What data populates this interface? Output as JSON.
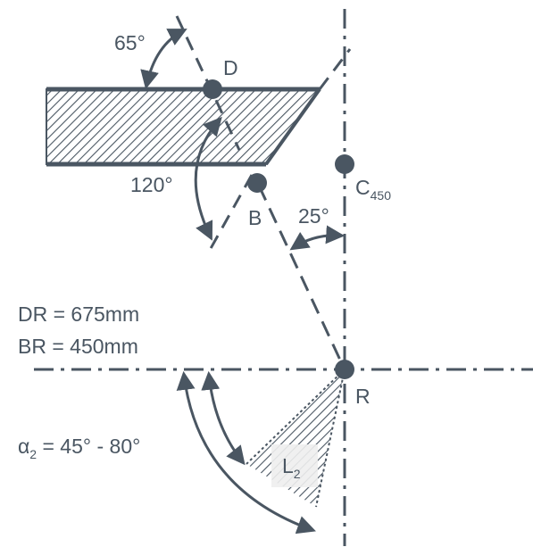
{
  "angles": {
    "angle_65": "65°",
    "angle_120": "120°",
    "angle_25": "25°"
  },
  "points": {
    "D": "D",
    "B": "B",
    "C": "C",
    "C_sub": "450",
    "R": "R"
  },
  "distances": {
    "DR": "DR = 675mm",
    "BR": "BR = 450mm"
  },
  "range": {
    "alpha": "α",
    "alpha_sub": "2",
    "alpha_value": " = 45° - 80°"
  },
  "zone": {
    "L": "L",
    "L_sub": "2"
  },
  "colors": {
    "line": "#4a5662",
    "label_bg": "#eeeeee"
  }
}
